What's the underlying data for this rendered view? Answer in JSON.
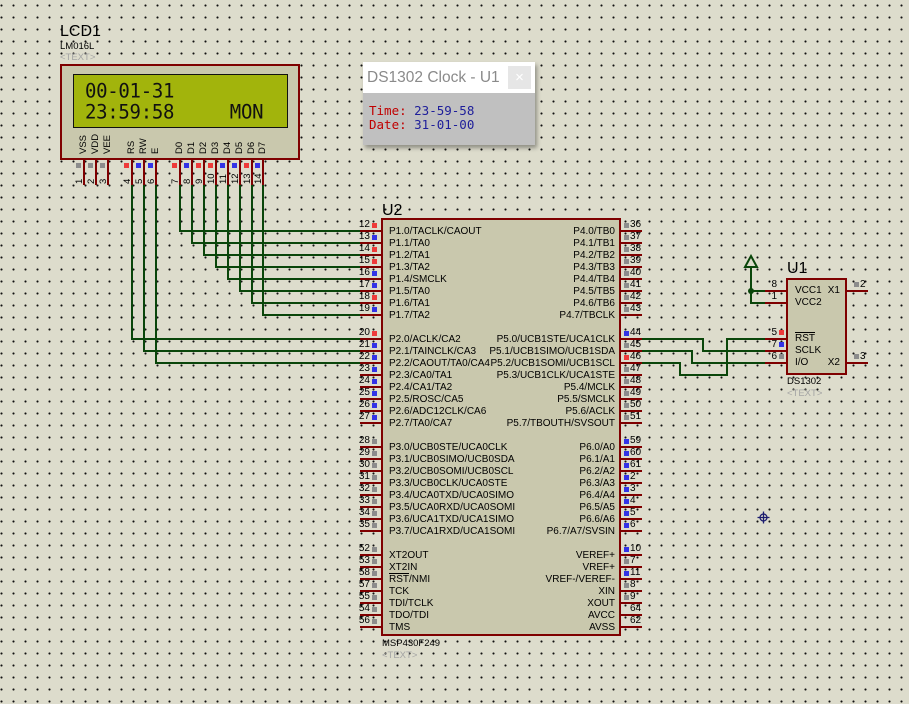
{
  "pin_state_colors": {
    "high": "#ee3a3a",
    "low": "#3333e6",
    "float": "#8c8c8c"
  },
  "wire_color": "#0a460a",
  "lcd": {
    "ref": "LCD1",
    "part": "LM016L",
    "text_placeholder": "<TEXT>",
    "line1": "00-01-31",
    "line2": "23:59:58     MON",
    "pins": [
      {
        "num": "1",
        "label": "VSS",
        "state": "float"
      },
      {
        "num": "2",
        "label": "VDD",
        "state": "float"
      },
      {
        "num": "3",
        "label": "VEE",
        "state": "float"
      },
      {
        "num": "4",
        "label": "RS",
        "state": "high"
      },
      {
        "num": "5",
        "label": "RW",
        "state": "low"
      },
      {
        "num": "6",
        "label": "E",
        "state": "low"
      },
      {
        "num": "7",
        "label": "D0",
        "state": "high"
      },
      {
        "num": "8",
        "label": "D1",
        "state": "low"
      },
      {
        "num": "9",
        "label": "D2",
        "state": "high"
      },
      {
        "num": "10",
        "label": "D3",
        "state": "high"
      },
      {
        "num": "11",
        "label": "D4",
        "state": "low"
      },
      {
        "num": "12",
        "label": "D5",
        "state": "low"
      },
      {
        "num": "13",
        "label": "D6",
        "state": "high"
      },
      {
        "num": "14",
        "label": "D7",
        "state": "low"
      }
    ]
  },
  "popup": {
    "title": "DS1302 Clock - U1",
    "close_icon": "×",
    "time_label": "Time: ",
    "time_value": "23-59-58",
    "date_label": "Date: ",
    "date_value": "31-01-00"
  },
  "u2": {
    "ref": "U2",
    "part": "MSP430F249",
    "text_placeholder": "<TEXT>",
    "left_pins": [
      {
        "num": "12",
        "label": "P1.0/TACLK/CAOUT",
        "state": "high"
      },
      {
        "num": "13",
        "label": "P1.1/TA0",
        "state": "low"
      },
      {
        "num": "14",
        "label": "P1.2/TA1",
        "state": "high"
      },
      {
        "num": "15",
        "label": "P1.3/TA2",
        "state": "high"
      },
      {
        "num": "16",
        "label": "P1.4/SMCLK",
        "state": "low"
      },
      {
        "num": "17",
        "label": "P1.5/TA0",
        "state": "low"
      },
      {
        "num": "18",
        "label": "P1.6/TA1",
        "state": "high"
      },
      {
        "num": "19",
        "label": "P1.7/TA2",
        "state": "low"
      },
      {
        "num": "20",
        "label": "P2.0/ACLK/CA2",
        "state": "high"
      },
      {
        "num": "21",
        "label": "P2.1/TAINCLK/CA3",
        "state": "low"
      },
      {
        "num": "22",
        "label": "P2.2/CAOUT/TA0/CA4",
        "state": "low"
      },
      {
        "num": "23",
        "label": "P2.3/CA0/TA1",
        "state": "low"
      },
      {
        "num": "24",
        "label": "P2.4/CA1/TA2",
        "state": "low"
      },
      {
        "num": "25",
        "label": "P2.5/ROSC/CA5",
        "state": "low"
      },
      {
        "num": "26",
        "label": "P2.6/ADC12CLK/CA6",
        "state": "low"
      },
      {
        "num": "27",
        "label": "P2.7/TA0/CA7",
        "state": "low"
      },
      {
        "num": "28",
        "label": "P3.0/UCB0STE/UCA0CLK",
        "state": "float"
      },
      {
        "num": "29",
        "label": "P3.1/UCB0SIMO/UCB0SDA",
        "state": "float"
      },
      {
        "num": "30",
        "label": "P3.2/UCB0SOMI/UCB0SCL",
        "state": "float"
      },
      {
        "num": "31",
        "label": "P3.3/UCB0CLK/UCA0STE",
        "state": "float"
      },
      {
        "num": "32",
        "label": "P3.4/UCA0TXD/UCA0SIMO",
        "state": "float"
      },
      {
        "num": "33",
        "label": "P3.5/UCA0RXD/UCA0SOMI",
        "state": "float"
      },
      {
        "num": "34",
        "label": "P3.6/UCA1TXD/UCA1SIMO",
        "state": "float"
      },
      {
        "num": "35",
        "label": "P3.7/UCA1RXD/UCA1SOMI",
        "state": "float"
      },
      {
        "num": "52",
        "label": "XT2OUT",
        "state": "float"
      },
      {
        "num": "53",
        "label": "XT2IN",
        "state": "float"
      },
      {
        "num": "58",
        "label": "RST/NMI",
        "state": "float",
        "active_low_part": "RST"
      },
      {
        "num": "57",
        "label": "TCK",
        "state": "float"
      },
      {
        "num": "55",
        "label": "TDI/TCLK",
        "state": "float"
      },
      {
        "num": "54",
        "label": "TDO/TDI",
        "state": "float"
      },
      {
        "num": "56",
        "label": "TMS",
        "state": "float"
      }
    ],
    "right_pins": [
      {
        "num": "36",
        "label": "P4.0/TB0",
        "state": "float"
      },
      {
        "num": "37",
        "label": "P4.1/TB1",
        "state": "float"
      },
      {
        "num": "38",
        "label": "P4.2/TB2",
        "state": "float"
      },
      {
        "num": "39",
        "label": "P4.3/TB3",
        "state": "float"
      },
      {
        "num": "40",
        "label": "P4.4/TB4",
        "state": "float"
      },
      {
        "num": "41",
        "label": "P4.5/TB5",
        "state": "float"
      },
      {
        "num": "42",
        "label": "P4.6/TB6",
        "state": "float"
      },
      {
        "num": "43",
        "label": "P4.7/TBCLK",
        "state": "float"
      },
      {
        "num": "44",
        "label": "P5.0/UCB1STE/UCA1CLK",
        "state": "low"
      },
      {
        "num": "45",
        "label": "P5.1/UCB1SIMO/UCB1SDA",
        "state": "float"
      },
      {
        "num": "46",
        "label": "P5.2/UCB1SOMI/UCB1SCL",
        "state": "high"
      },
      {
        "num": "47",
        "label": "P5.3/UCB1CLK/UCA1STE",
        "state": "float"
      },
      {
        "num": "48",
        "label": "P5.4/MCLK",
        "state": "float"
      },
      {
        "num": "49",
        "label": "P5.5/SMCLK",
        "state": "float"
      },
      {
        "num": "50",
        "label": "P5.6/ACLK",
        "state": "float"
      },
      {
        "num": "51",
        "label": "P5.7/TBOUTH/SVSOUT",
        "state": "float"
      },
      {
        "num": "59",
        "label": "P6.0/A0",
        "state": "low"
      },
      {
        "num": "60",
        "label": "P6.1/A1",
        "state": "low"
      },
      {
        "num": "61",
        "label": "P6.2/A2",
        "state": "low"
      },
      {
        "num": "2",
        "label": "P6.3/A3",
        "state": "low"
      },
      {
        "num": "3",
        "label": "P6.4/A4",
        "state": "low"
      },
      {
        "num": "4",
        "label": "P6.5/A5",
        "state": "low"
      },
      {
        "num": "5",
        "label": "P6.6/A6",
        "state": "low"
      },
      {
        "num": "6",
        "label": "P6.7/A7/SVSIN",
        "state": "low"
      },
      {
        "num": "10",
        "label": "VEREF+",
        "state": "low"
      },
      {
        "num": "7",
        "label": "VREF+",
        "state": "float"
      },
      {
        "num": "11",
        "label": "VREF-/VEREF-",
        "state": "low"
      },
      {
        "num": "8",
        "label": "XIN",
        "state": "float"
      },
      {
        "num": "9",
        "label": "XOUT",
        "state": "float"
      },
      {
        "num": "64",
        "label": "AVCC",
        "state": "none"
      },
      {
        "num": "62",
        "label": "AVSS",
        "state": "none"
      }
    ]
  },
  "u1": {
    "ref": "U1",
    "part": "DS1302",
    "text_placeholder": "<TEXT>",
    "left_pins": [
      {
        "num": "8",
        "label": "VCC1",
        "state": "none"
      },
      {
        "num": "1",
        "label": "VCC2",
        "state": "none"
      },
      {
        "num": "5",
        "label": "RST",
        "state": "high",
        "active_low_part": "RST"
      },
      {
        "num": "7",
        "label": "SCLK",
        "state": "low"
      },
      {
        "num": "6",
        "label": "I/O",
        "state": "float"
      }
    ],
    "right_pins": [
      {
        "num": "2",
        "label": "X1",
        "state": "float"
      },
      {
        "num": "3",
        "label": "X2",
        "state": "float"
      }
    ]
  },
  "cursor": {
    "icon": "crosshair-cursor-icon"
  }
}
